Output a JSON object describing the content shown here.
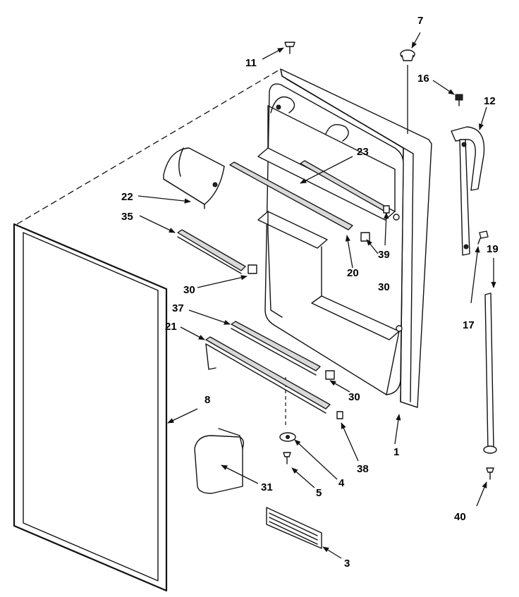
{
  "diagram": {
    "labels": {
      "p1": "1",
      "p3": "3",
      "p4": "4",
      "p5": "5",
      "p7": "7",
      "p8": "8",
      "p11": "11",
      "p12": "12",
      "p16": "16",
      "p17": "17",
      "p19": "19",
      "p20": "20",
      "p21": "21",
      "p22": "22",
      "p23": "23",
      "p30a": "30",
      "p30b": "30",
      "p30c": "30",
      "p31": "31",
      "p35": "35",
      "p37": "37",
      "p38": "38",
      "p39": "39",
      "p40": "40"
    }
  }
}
